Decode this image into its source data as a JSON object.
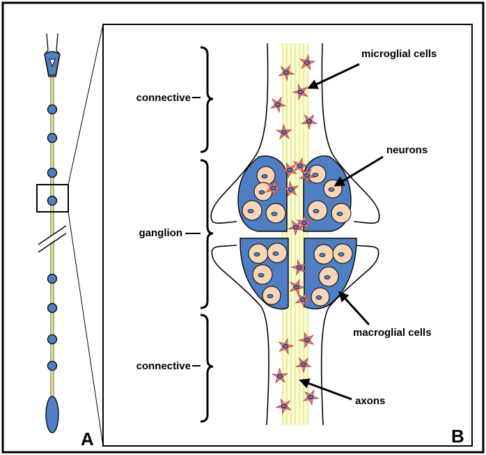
{
  "labels": {
    "connective_top": "connective",
    "ganglion": "ganglion",
    "connective_bottom": "connective",
    "microglial": "microglial cells",
    "neurons": "neurons",
    "macroglial": "macroglial cells",
    "axons": "axons"
  },
  "panels": {
    "a": "A",
    "b": "B"
  },
  "colors": {
    "ganglion_blue": "#4f7ec2",
    "neuron_fill": "#f8d5b5",
    "microglia_fill": "#e07f7f",
    "axon_yellow": "#e6ef9a",
    "outline": "#000000"
  },
  "icons": {
    "microglia": "star-shaped-microglia",
    "neuron": "round-cell-with-nucleus"
  }
}
